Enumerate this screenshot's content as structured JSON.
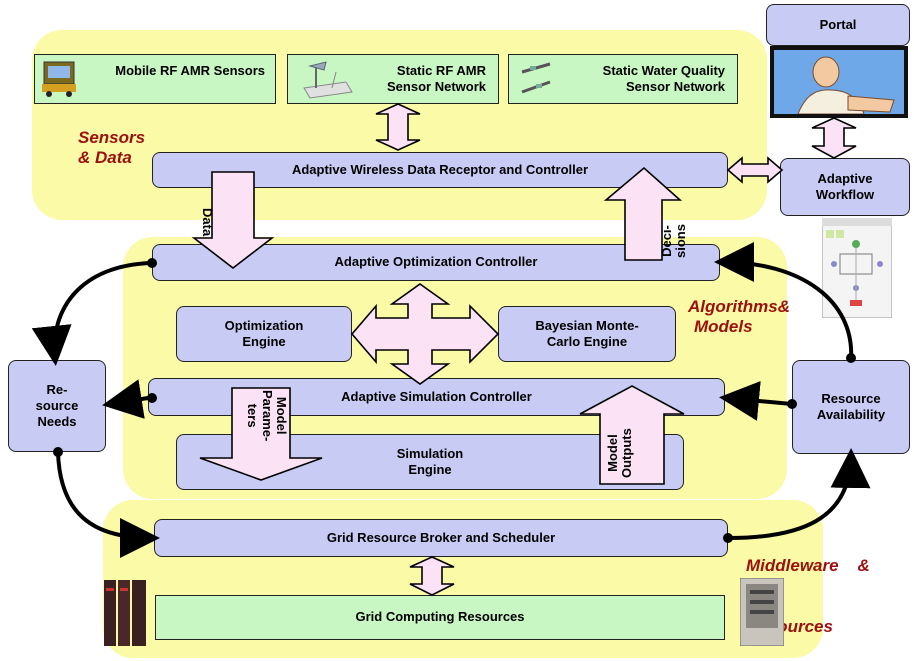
{
  "zones": {
    "sensors_label_line1": "Sensors",
    "sensors_label_line2": "& Data",
    "algorithms_label_line1": "Algorithms&",
    "algorithms_label_line2": "Models",
    "middleware_label_line1": "Middleware    &",
    "middleware_label_line2": "Resources"
  },
  "sensors": {
    "mobile": "Mobile RF AMR Sensors",
    "static_rf_line1": "Static RF AMR",
    "static_rf_line2": "Sensor Network",
    "water_line1": "Static Water Quality",
    "water_line2": "Sensor Network"
  },
  "portal": {
    "title": "Portal"
  },
  "workflow": {
    "line1": "Adaptive",
    "line2": "Workflow"
  },
  "receptor": {
    "label": "Adaptive Wireless Data Receptor and Controller"
  },
  "arrows": {
    "data": "Data",
    "decisions": "Deci-\nsions",
    "model_params": "Model\nParame-\nters",
    "model_outputs": "Model\nOutputs"
  },
  "optimization_controller": {
    "label": "Adaptive Optimization Controller"
  },
  "optimization_engine": {
    "line1": "Optimization",
    "line2": "Engine"
  },
  "bayesian_engine": {
    "line1": "Bayesian Monte-",
    "line2": "Carlo Engine"
  },
  "simulation_controller": {
    "label": "Adaptive Simulation Controller"
  },
  "simulation_engine": {
    "line1": "Simulation",
    "line2": "Engine"
  },
  "resource_needs": {
    "line1": "Re-",
    "line2": "source",
    "line3": "Needs"
  },
  "resource_availability": {
    "line1": "Resource",
    "line2": "Availability"
  },
  "grid_broker": {
    "label": "Grid Resource Broker and Scheduler"
  },
  "grid_computing": {
    "label": "Grid Computing Resources"
  },
  "colors": {
    "zone": "#fbfaa6",
    "blue_box": "#c8ccf4",
    "green_box": "#c9f7c4",
    "arrow_fill": "#fbe3f5",
    "zone_label": "#9b1010"
  },
  "icons": [
    "vehicle-sensor-icon",
    "sensor-network-icon",
    "water-sensor-icon",
    "portal-user-icon",
    "workflow-window-icon",
    "server-rack-icon",
    "cluster-cabinet-icon"
  ]
}
